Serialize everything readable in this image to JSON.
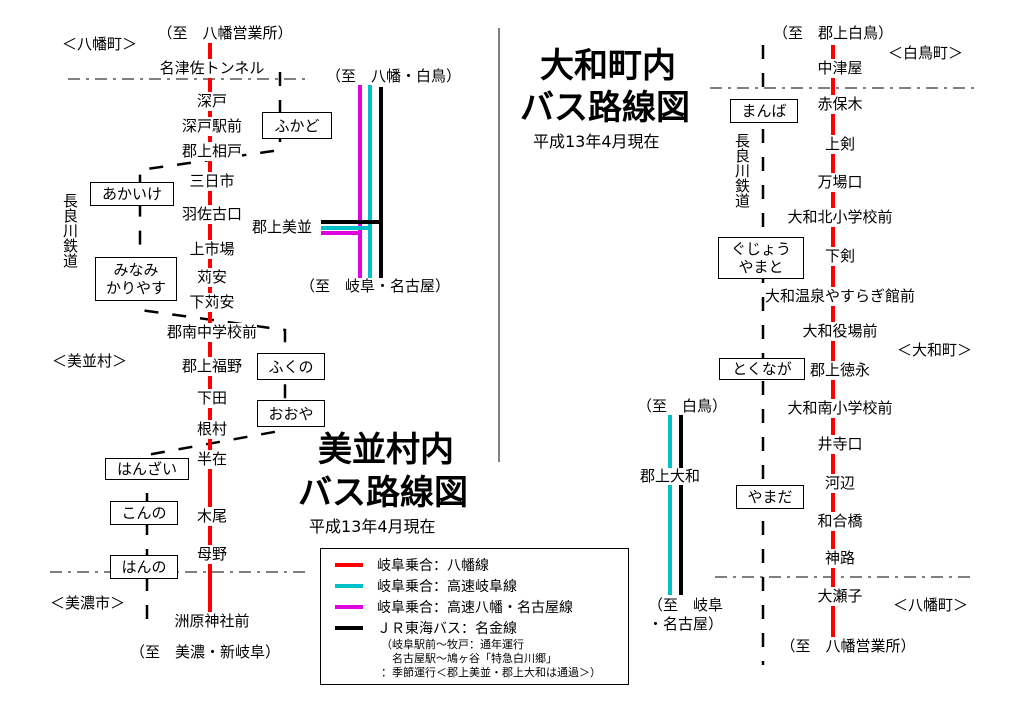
{
  "colors": {
    "hachiman": "#ff0000",
    "gifu_express": "#00c0c8",
    "hachiman_nagoya": "#e000e0",
    "meikin": "#000000"
  },
  "left": {
    "title1": "美並村内",
    "title2": "バス路線図",
    "date": "平成13年4月現在",
    "to_top": "（至　八幡営業所）",
    "to_bottom": "（至　美濃・新岐阜）",
    "regions": [
      "＜八幡町＞",
      "＜美並村＞",
      "＜美濃市＞"
    ],
    "railway": "長良川鉄道",
    "stops": [
      "名津佐トンネル",
      "深戸",
      "深戸駅前",
      "郡上相戸",
      "三日市",
      "羽佐古口",
      "上市場",
      "苅安",
      "下苅安",
      "郡南中学校前",
      "郡上福野",
      "下田",
      "根村",
      "半在",
      "木尾",
      "母野",
      "洲原神社前"
    ],
    "stations": [
      "ふかど",
      "あかいけ",
      "みなみ\nかりやす",
      "ふくの",
      "おおや",
      "はんざい",
      "こんの",
      "はんの"
    ],
    "express": {
      "to_top": "（至　八幡・白鳥）",
      "stop": "郡上美並",
      "to_bottom": "（至　岐阜・名古屋）"
    }
  },
  "right": {
    "title1": "大和町内",
    "title2": "バス路線図",
    "date": "平成13年4月現在",
    "to_top": "（至　郡上白鳥）",
    "to_bottom": "（至　八幡営業所）",
    "regions": [
      "＜白鳥町＞",
      "＜大和町＞",
      "＜八幡町＞"
    ],
    "railway": "長良川鉄道",
    "stops": [
      "中津屋",
      "赤保木",
      "上剣",
      "万場口",
      "大和北小学校前",
      "下剣",
      "大和温泉やすらぎ館前",
      "大和役場前",
      "郡上徳永",
      "大和南小学校前",
      "井寺口",
      "河辺",
      "和合橋",
      "神路",
      "大瀬子"
    ],
    "stations": [
      "まんば",
      "ぐじょう\nやまと",
      "とくなが",
      "やまだ"
    ],
    "express": {
      "to_top": "（至　白鳥）",
      "stop": "郡上大和",
      "to_bottom": "（至　岐阜\n・名古屋）"
    }
  },
  "legend": {
    "items": [
      "岐阜乗合：八幡線",
      "岐阜乗合：高速岐阜線",
      "岐阜乗合：高速八幡・名古屋線",
      "ＪＲ東海バス：名金線"
    ],
    "note": "（岐阜駅前～牧戸：通年運行\n　名古屋駅～鳩ヶ谷「特急白川郷」\n：季節運行＜郡上美並・郡上大和は通過＞）"
  }
}
